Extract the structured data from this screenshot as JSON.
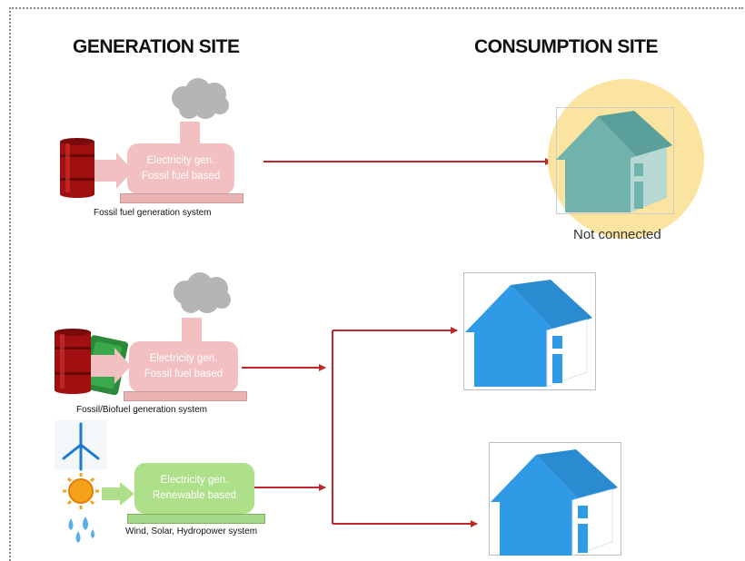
{
  "headings": {
    "generation": "GENERATION SITE",
    "consumption": "CONSUMPTION SITE"
  },
  "systems": [
    {
      "plant_line1": "Electricity gen.",
      "plant_line2": "Fossil fuel based",
      "caption": "Fossil fuel generation system"
    },
    {
      "plant_line1": "Electricity gen.",
      "plant_line2": "Fossil fuel based",
      "caption": "Fossil/Biofuel generation system"
    },
    {
      "plant_line1": "Electricity gen.",
      "plant_line2": "Renewable based",
      "caption": "Wind, Solar, Hydropower system"
    }
  ],
  "consumers": [
    {
      "status": "Not connected"
    }
  ],
  "colors": {
    "arrow": "#c0272d",
    "fossil_plant": "#f2c0c0",
    "renewable_plant": "#aee08a",
    "house_disconnected": "#6fb3ac",
    "house_connected": "#2f9be6",
    "highlight_circle": "#fbe3a0"
  },
  "icons": [
    "oil-barrel-icon",
    "smoke-cloud-icon",
    "biofuel-can-icon",
    "wind-turbine-icon",
    "sun-icon",
    "water-drops-icon",
    "house-icon"
  ]
}
